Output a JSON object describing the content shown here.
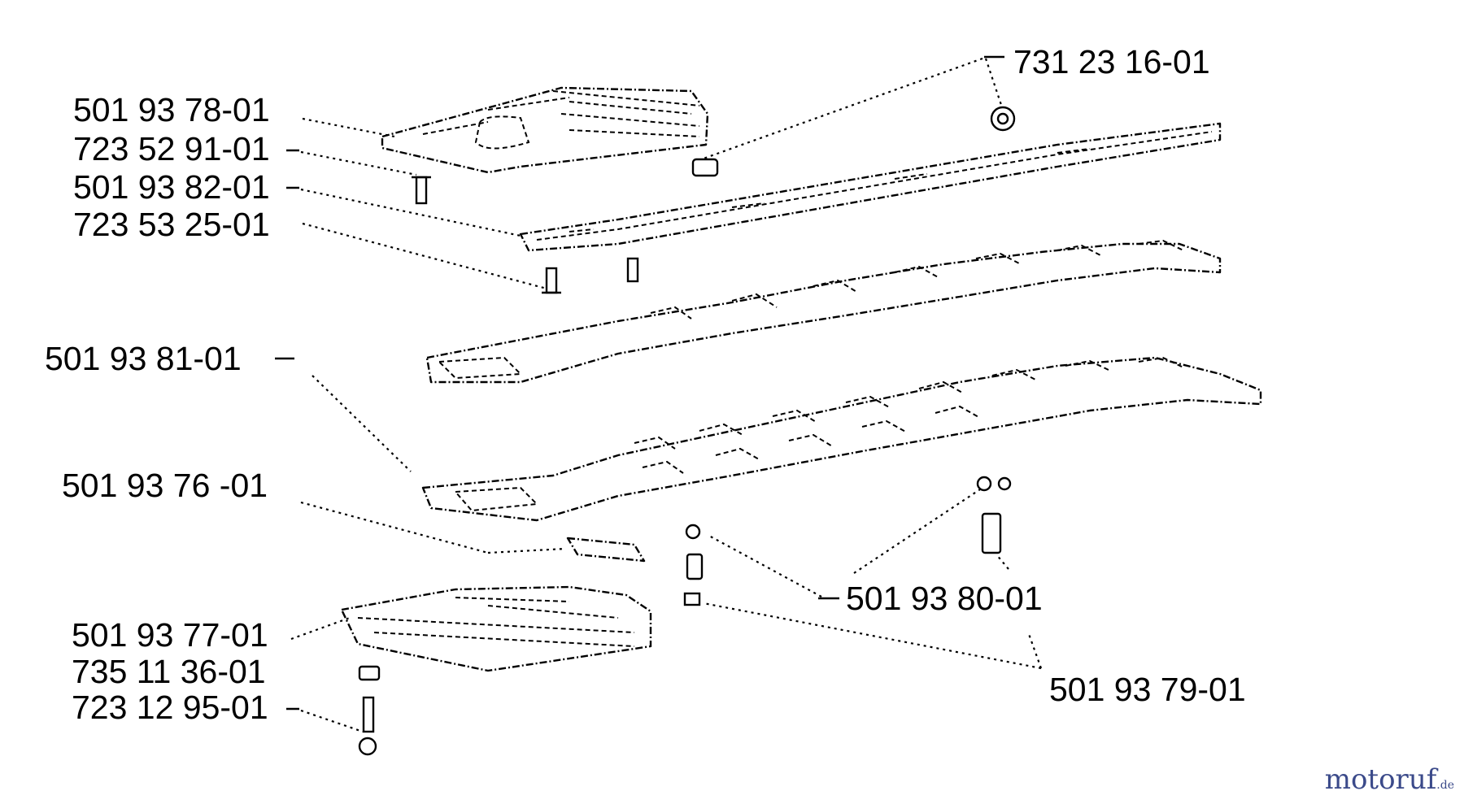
{
  "labels": {
    "l_731_23_16": "731 23 16-01",
    "l_501_93_78": "501 93 78-01",
    "l_723_52_91": "723 52 91-01",
    "l_501_93_82": "501 93 82-01",
    "l_723_53_25": "723 53 25-01",
    "l_501_93_81": "501 93 81-01",
    "l_501_93_76": "501 93 76 -01",
    "l_501_93_80": "501 93 80-01",
    "l_501_93_77": "501 93 77-01",
    "l_735_11_36": "735 11 36-01",
    "l_723_12_95": "723 12 95-01",
    "l_501_93_79": "501 93 79-01"
  },
  "watermark": {
    "brand": "motoruf",
    "domain": ".de"
  }
}
